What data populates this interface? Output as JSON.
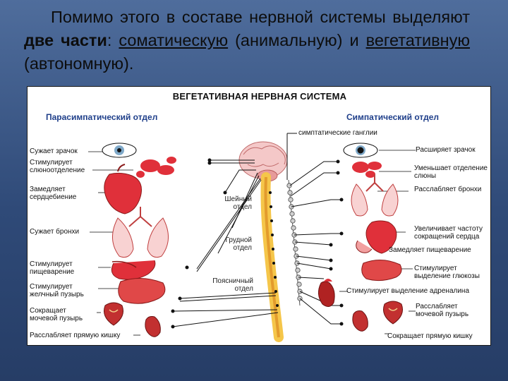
{
  "intro": {
    "part1": "Помимо этого в составе нервной системы выделяют ",
    "bold_two": "две",
    "bold_parts": "части",
    "colon": ": ",
    "somatic": "соматическую",
    "animal": " (анимальную) и ",
    "vegetative": "вегетативную",
    "autonomous": " (автономную)."
  },
  "diagram": {
    "title": "ВЕГЕТАТИВНАЯ НЕРВНАЯ СИСТЕМА",
    "parasympathetic_title": "Парасимпатический отдел",
    "sympathetic_title": "Симпатический отдел",
    "ganglia_label": "симптатические ганглии",
    "sections": {
      "cervical": "Шейный отдел",
      "thoracic": "Грудной отдел",
      "lumbar": "Поясничный отдел"
    },
    "left_labels": [
      "Сужает зрачок",
      "Стимулирует слюноотделение",
      "Замедляет сердцебиение",
      "Сужает бронхи",
      "Стимулирует пищеварение",
      "Стимулирует желчный пузырь",
      "Сокращает мочевой пузырь",
      "Расслабляет прямую кишку"
    ],
    "right_labels": [
      "Расширяет зрачок",
      "Уменьшает отделение слюны",
      "Расслабляет бронхи",
      "Увеличивает частоту сокращений сердца",
      "Замедляет пищеварение",
      "Стимулирует выделение глюкозы",
      "Стимулирует выделение адреналина",
      "Расслабляет мочевой пузырь",
      "Сокращает прямую кишку"
    ],
    "colors": {
      "organ_red": "#e0303a",
      "organ_pink": "#f2a0a0",
      "brain": "#f4c8c8",
      "spine_yellow": "#f5c64a",
      "nerve": "#111111",
      "dept_blue": "#1f3f8a"
    }
  }
}
